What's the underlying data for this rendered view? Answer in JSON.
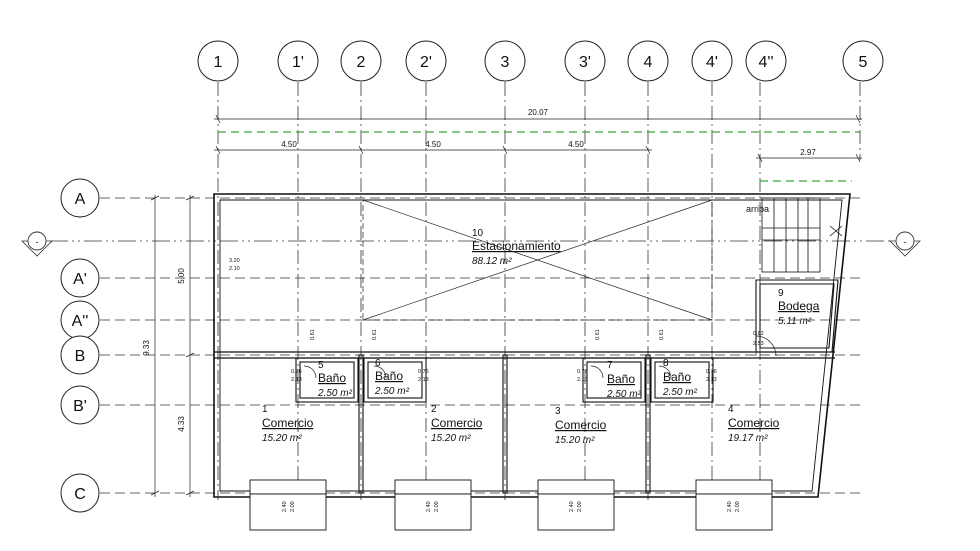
{
  "grid": {
    "columns": [
      "1",
      "1'",
      "2",
      "2'",
      "3",
      "3'",
      "4",
      "4'",
      "4''",
      "5"
    ],
    "rows": [
      "A",
      "A'",
      "A''",
      "B",
      "B'",
      "C"
    ],
    "section_marker": "-"
  },
  "dimensions": {
    "overall": "20.07",
    "bay_1": "4.50",
    "bay_2": "4.50",
    "bay_3": "4.50",
    "bay_4": "2.97",
    "vertical_total": "9.33",
    "vertical_upper": "5.00",
    "vertical_lower": "4.33",
    "ramp_note": "arriba",
    "opening_1_top": "3.20",
    "opening_1_bottom": "2.10",
    "bodega_door_top": "0.82",
    "bodega_door_bottom": "2.53",
    "wall_061": "0.61",
    "bano_door_top": "0.76",
    "bano_door_bottom": "2.13",
    "window_top": "2.40",
    "window_bottom": "2.00"
  },
  "rooms": {
    "estacionamiento": {
      "number": "10",
      "name": "Estacionamiento",
      "area": "88.12 m²"
    },
    "bodega": {
      "number": "9",
      "name": "Bodega",
      "area": "5.11 m²"
    },
    "bano_5": {
      "number": "5",
      "name": "Baño",
      "area": "2.50 m²"
    },
    "bano_6": {
      "number": "6",
      "name": "Baño",
      "area": "2.50 m²"
    },
    "bano_7": {
      "number": "7",
      "name": "Baño",
      "area": "2.50 m²"
    },
    "bano_8": {
      "number": "8",
      "name": "Baño",
      "area": "2.50 m²"
    },
    "comercio_1": {
      "number": "1",
      "name": "Comercio",
      "area": "15.20 m²"
    },
    "comercio_2": {
      "number": "2",
      "name": "Comercio",
      "area": "15.20 m²"
    },
    "comercio_3": {
      "number": "3",
      "name": "Comercio",
      "area": "15.20 m²"
    },
    "comercio_4": {
      "number": "4",
      "name": "Comercio",
      "area": "19.17 m²"
    }
  }
}
